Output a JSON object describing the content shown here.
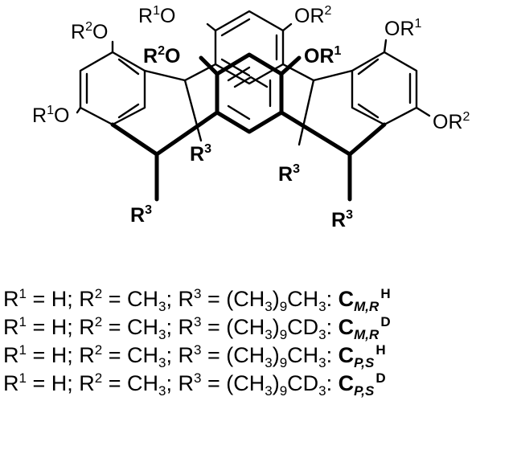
{
  "structure": {
    "labels": {
      "top_left_r1o": "R1O",
      "top_right_or2": "OR2",
      "center_left_r2o": "R2O",
      "center_right_or1": "OR1",
      "left_r2o": "R2O",
      "left_r1o": "R1O",
      "right_or1": "OR1",
      "right_or2": "OR2",
      "r3": "R3"
    }
  },
  "substituents": [
    {
      "r1": "H",
      "r2": "CH",
      "r2_sub": "3",
      "r3_pre": "(CH",
      "r3_sub1": "3",
      "r3_rep": "9",
      "r3_end": "CH",
      "r3_sub2": "3",
      "comp": "C",
      "comp_sub": "M,R",
      "comp_sup": "H"
    },
    {
      "r1": "H",
      "r2": "CH",
      "r2_sub": "3",
      "r3_pre": "(CH",
      "r3_sub1": "3",
      "r3_rep": "9",
      "r3_end": "CD",
      "r3_sub2": "3",
      "comp": "C",
      "comp_sub": "M,R",
      "comp_sup": "D"
    },
    {
      "r1": "H",
      "r2": "CH",
      "r2_sub": "3",
      "r3_pre": "(CH",
      "r3_sub1": "3",
      "r3_rep": "9",
      "r3_end": "CH",
      "r3_sub2": "3",
      "comp": "C",
      "comp_sub": "P,S",
      "comp_sup": "H"
    },
    {
      "r1": "H",
      "r2": "CH",
      "r2_sub": "3",
      "r3_pre": "(CH",
      "r3_sub1": "3",
      "r3_rep": "9",
      "r3_end": "CD",
      "r3_sub2": "3",
      "comp": "C",
      "comp_sub": "P,S",
      "comp_sup": "D"
    }
  ]
}
